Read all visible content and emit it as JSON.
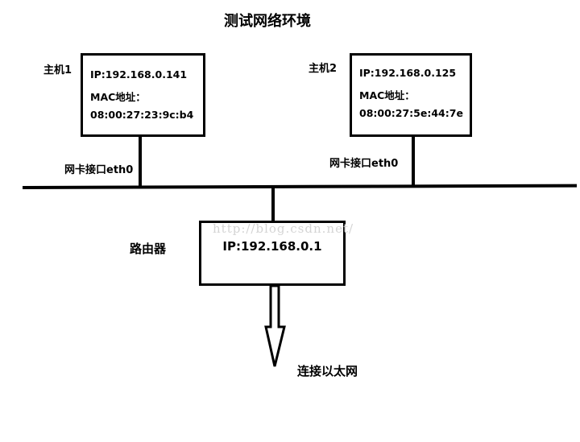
{
  "title": "测试网络环境",
  "host1": {
    "name": "主机1",
    "ip": "IP:192.168.0.141",
    "mac_label": "MAC地址：",
    "mac": "08:00:27:23:9c:b4",
    "nic": "网卡接口eth0"
  },
  "host2": {
    "name": "主机2",
    "ip": "IP:192.168.0.125",
    "mac_label": "MAC地址：",
    "mac": "08:00:27:5e:44:7e",
    "nic": "网卡接口eth0"
  },
  "router": {
    "name": "路由器",
    "ip": "IP:192.168.0.1"
  },
  "ethernet": "连接以太网",
  "watermark": "http://blog.csdn.net/",
  "colors": {
    "stroke": "#000000",
    "watermark": "#d4d4d4",
    "background": "#ffffff"
  }
}
